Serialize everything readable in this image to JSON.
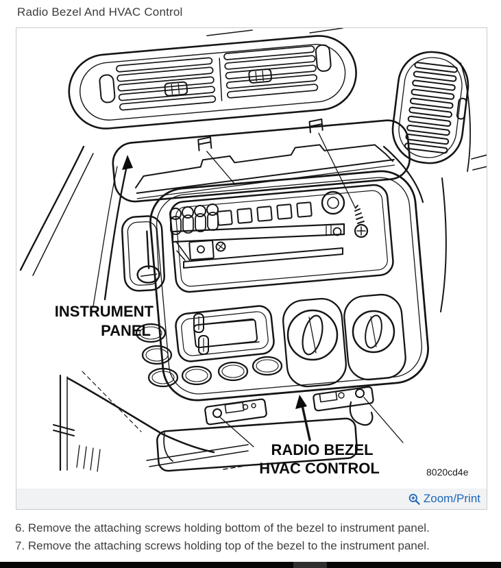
{
  "page": {
    "title": "Radio Bezel And HVAC Control"
  },
  "figure": {
    "labels": {
      "instrument_panel_line1": "INSTRUMENT",
      "instrument_panel_line2": "PANEL",
      "radio_bezel": "RADIO BEZEL",
      "hvac_control": "HVAC CONTROL"
    },
    "figure_code": "8020cd4e"
  },
  "toolbar": {
    "zoom_print_label": "Zoom/Print",
    "zoom_icon": "magnifier-plus-icon"
  },
  "instructions": [
    "6. Remove the attaching screws holding bottom of the bezel to instrument panel.",
    "7. Remove the attaching screws holding top of the bezel to the instrument panel."
  ],
  "colors": {
    "link_blue": "#1c66ba",
    "footer_bg": "#f1f2f4",
    "box_border": "#c9c9c9",
    "body_text": "#3f3f3f",
    "line_art": "#151515",
    "bottom_bar": "#060606"
  }
}
